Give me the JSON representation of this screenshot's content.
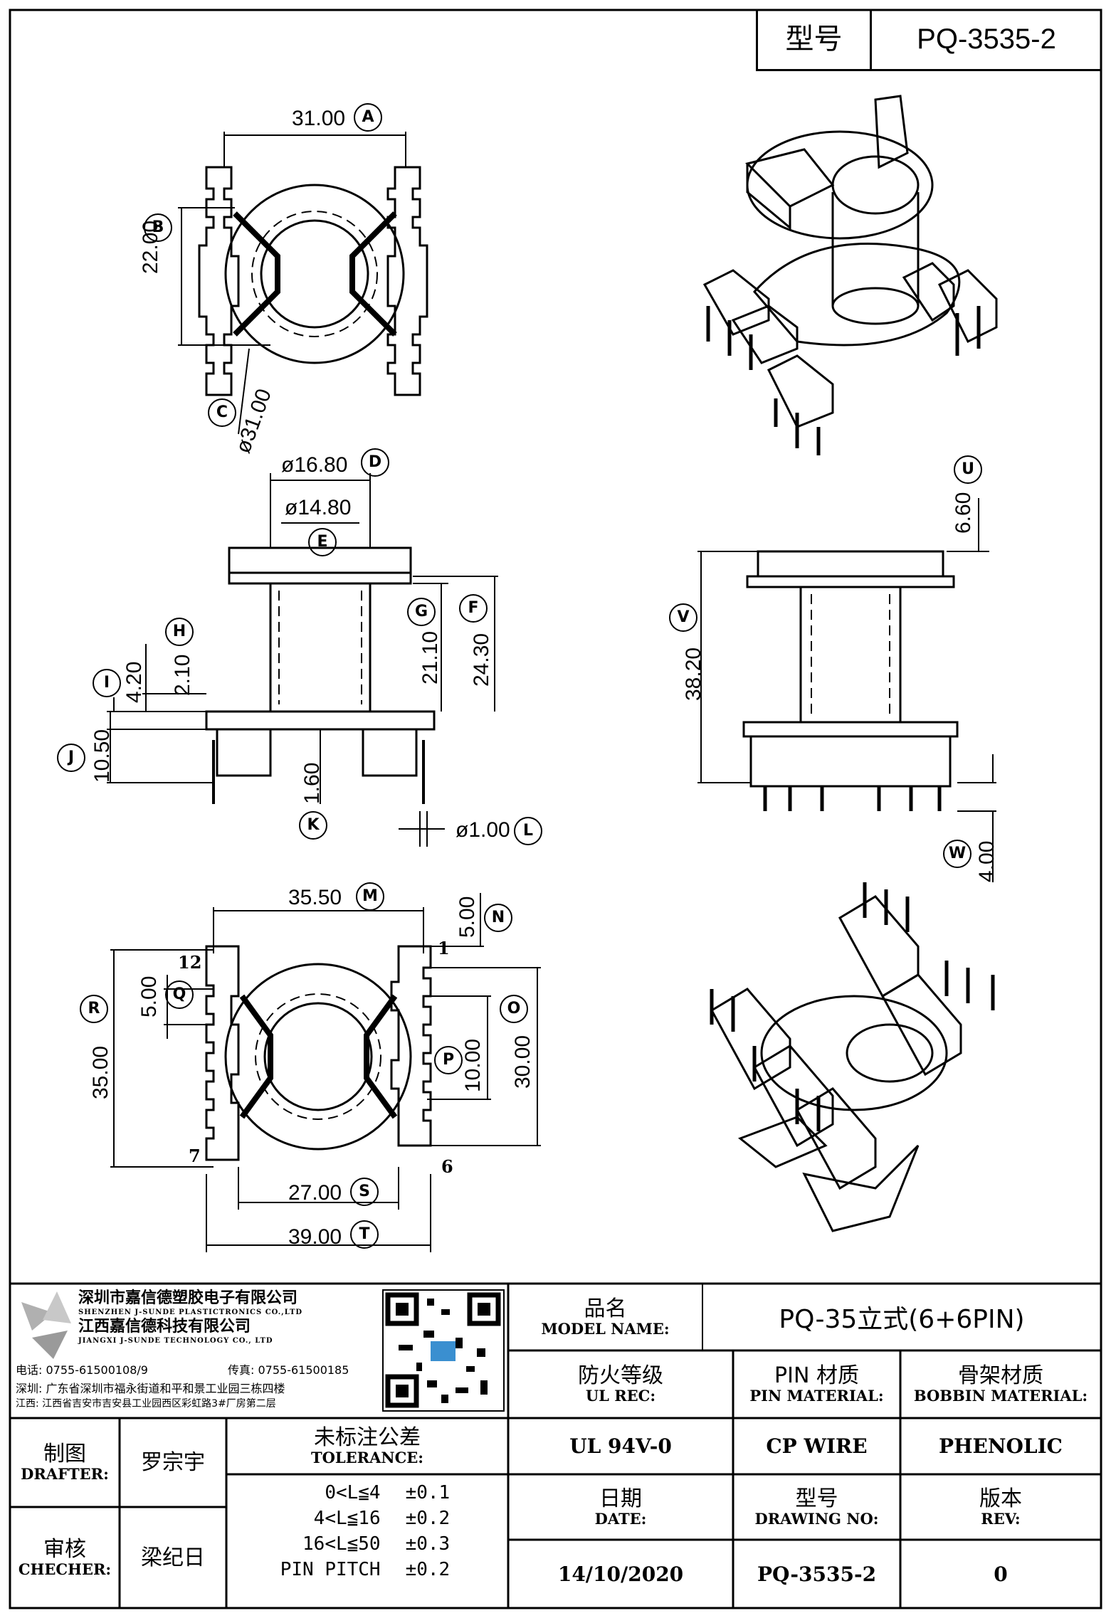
{
  "header": {
    "model_label": "型号",
    "model_value": "PQ-3535-2"
  },
  "dimensions": {
    "top": {
      "A": "31.00",
      "B": "22.00",
      "C": "ø31.00"
    },
    "side": {
      "D": "ø16.80",
      "E": "ø14.80",
      "F": "24.30",
      "G": "21.10",
      "H": "2.10",
      "I": "4.20",
      "J": "10.50",
      "K": "1.60",
      "L": "ø1.00"
    },
    "side2": {
      "U": "6.60",
      "V": "38.20",
      "W": "4.00"
    },
    "bottom": {
      "M": "35.50",
      "N": "5.00",
      "O": "30.00",
      "P": "10.00",
      "Q": "5.00",
      "R": "35.00",
      "S": "27.00",
      "T": "39.00"
    },
    "pins": {
      "p12": "12",
      "p1": "1",
      "p7": "7",
      "p6": "6"
    }
  },
  "company": {
    "name_cn": "深圳市嘉信德塑胶电子有限公司",
    "name_en": "SHENZHEN J-SUNDE PLASTICTRONICS CO.,LTD",
    "name2_cn": "江西嘉信德科技有限公司",
    "name2_en": "JIANGXI J-SUNDE TECHNOLOGY CO., LTD",
    "tel": "电话: 0755-61500108/9",
    "fax": "传真: 0755-61500185",
    "addr1": "深圳: 广东省深圳市福永街道和平和景工业园三栋四楼",
    "addr2": "江西: 江西省吉安市吉安县工业园西区彩虹路3#厂房第二层"
  },
  "title_block": {
    "model_name_cn": "品名",
    "model_name_en": "MODEL NAME:",
    "model_name_value": "PQ-35立式(6+6PIN)",
    "ul_cn": "防火等级",
    "ul_en": "UL REC:",
    "ul_value": "UL 94V-0",
    "pin_cn": "PIN 材质",
    "pin_en": "PIN MATERIAL:",
    "pin_value": "CP WIRE",
    "bobbin_cn": "骨架材质",
    "bobbin_en": "BOBBIN MATERIAL:",
    "bobbin_value": "PHENOLIC",
    "drafter_cn": "制图",
    "drafter_en": "DRAFTER:",
    "drafter_value": "罗宗宇",
    "checker_cn": "审核",
    "checker_en": "CHECHER:",
    "checker_value": "梁纪日",
    "tol_cn": "未标注公差",
    "tol_en": "TOLERANCE:",
    "tolerances": [
      {
        "range": "0<L≦4",
        "value": "±0.1"
      },
      {
        "range": "4<L≦16",
        "value": "±0.2"
      },
      {
        "range": "16<L≦50",
        "value": "±0.3"
      },
      {
        "range": "PIN PITCH",
        "value": "±0.2"
      }
    ],
    "date_cn": "日期",
    "date_en": "DATE:",
    "date_value": "14/10/2020",
    "drawing_cn": "型号",
    "drawing_en": "DRAWING NO:",
    "drawing_value": "PQ-3535-2",
    "rev_cn": "版本",
    "rev_en": "REV:",
    "rev_value": "0"
  }
}
